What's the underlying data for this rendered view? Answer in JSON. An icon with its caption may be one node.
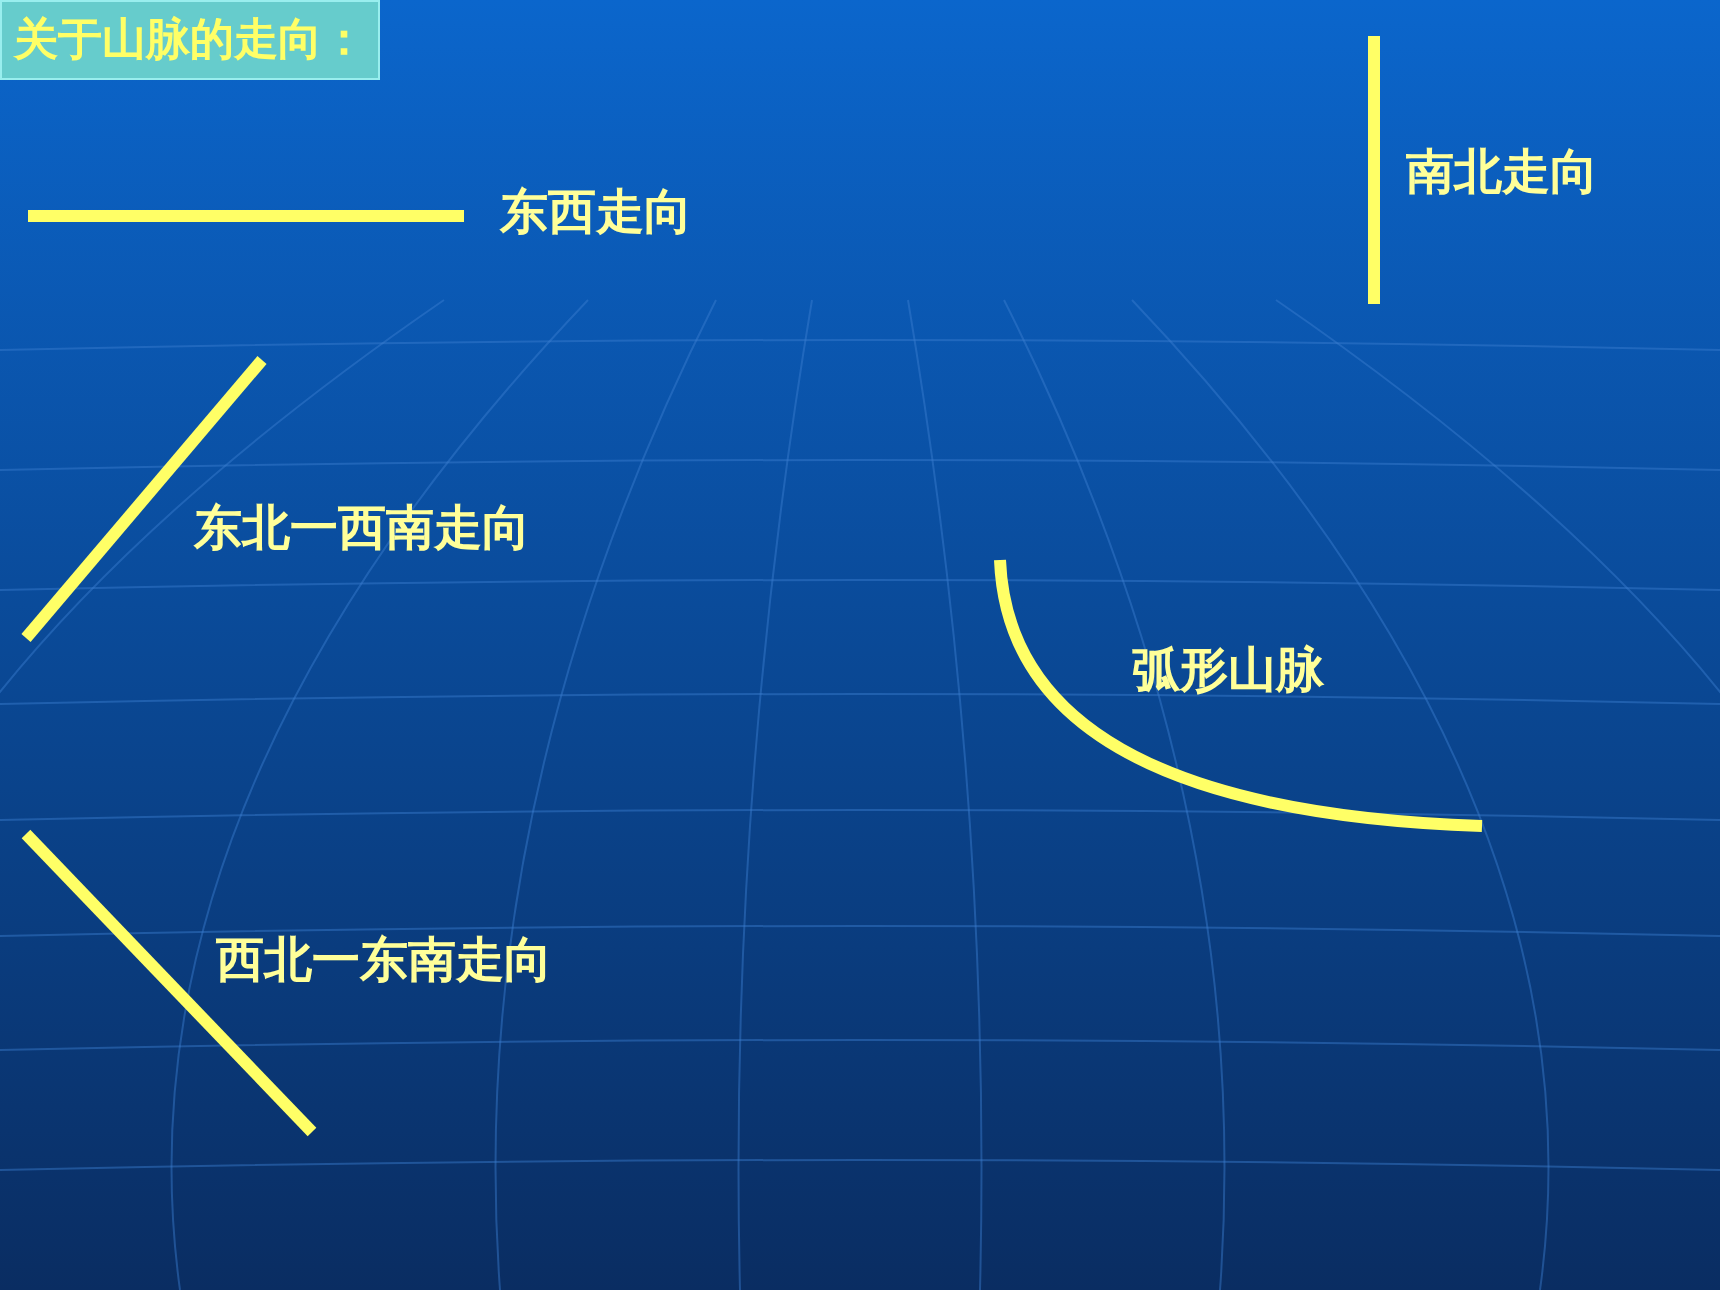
{
  "diagram": {
    "title": "关于山脉的走向：",
    "labels": [
      "东西走向",
      "南北走向",
      "东北一西南走向",
      "弧形山脉",
      "西北一东南走向"
    ]
  }
}
